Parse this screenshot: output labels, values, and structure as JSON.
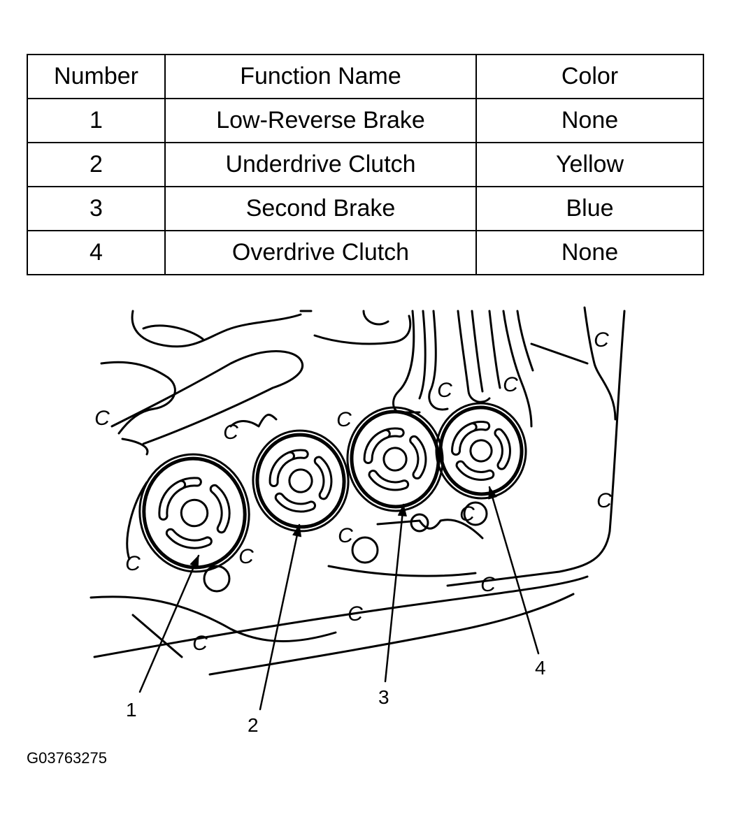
{
  "table": {
    "headers": [
      "Number",
      "Function Name",
      "Color"
    ],
    "rows": [
      [
        "1",
        "Low-Reverse Brake",
        "None"
      ],
      [
        "2",
        "Underdrive Clutch",
        "Yellow"
      ],
      [
        "3",
        "Second Brake",
        "Blue"
      ],
      [
        "4",
        "Overdrive Clutch",
        "None"
      ]
    ]
  },
  "diagram": {
    "callouts": [
      "1",
      "2",
      "3",
      "4"
    ],
    "casting_mark": "C"
  },
  "figure_id": "G03763275"
}
